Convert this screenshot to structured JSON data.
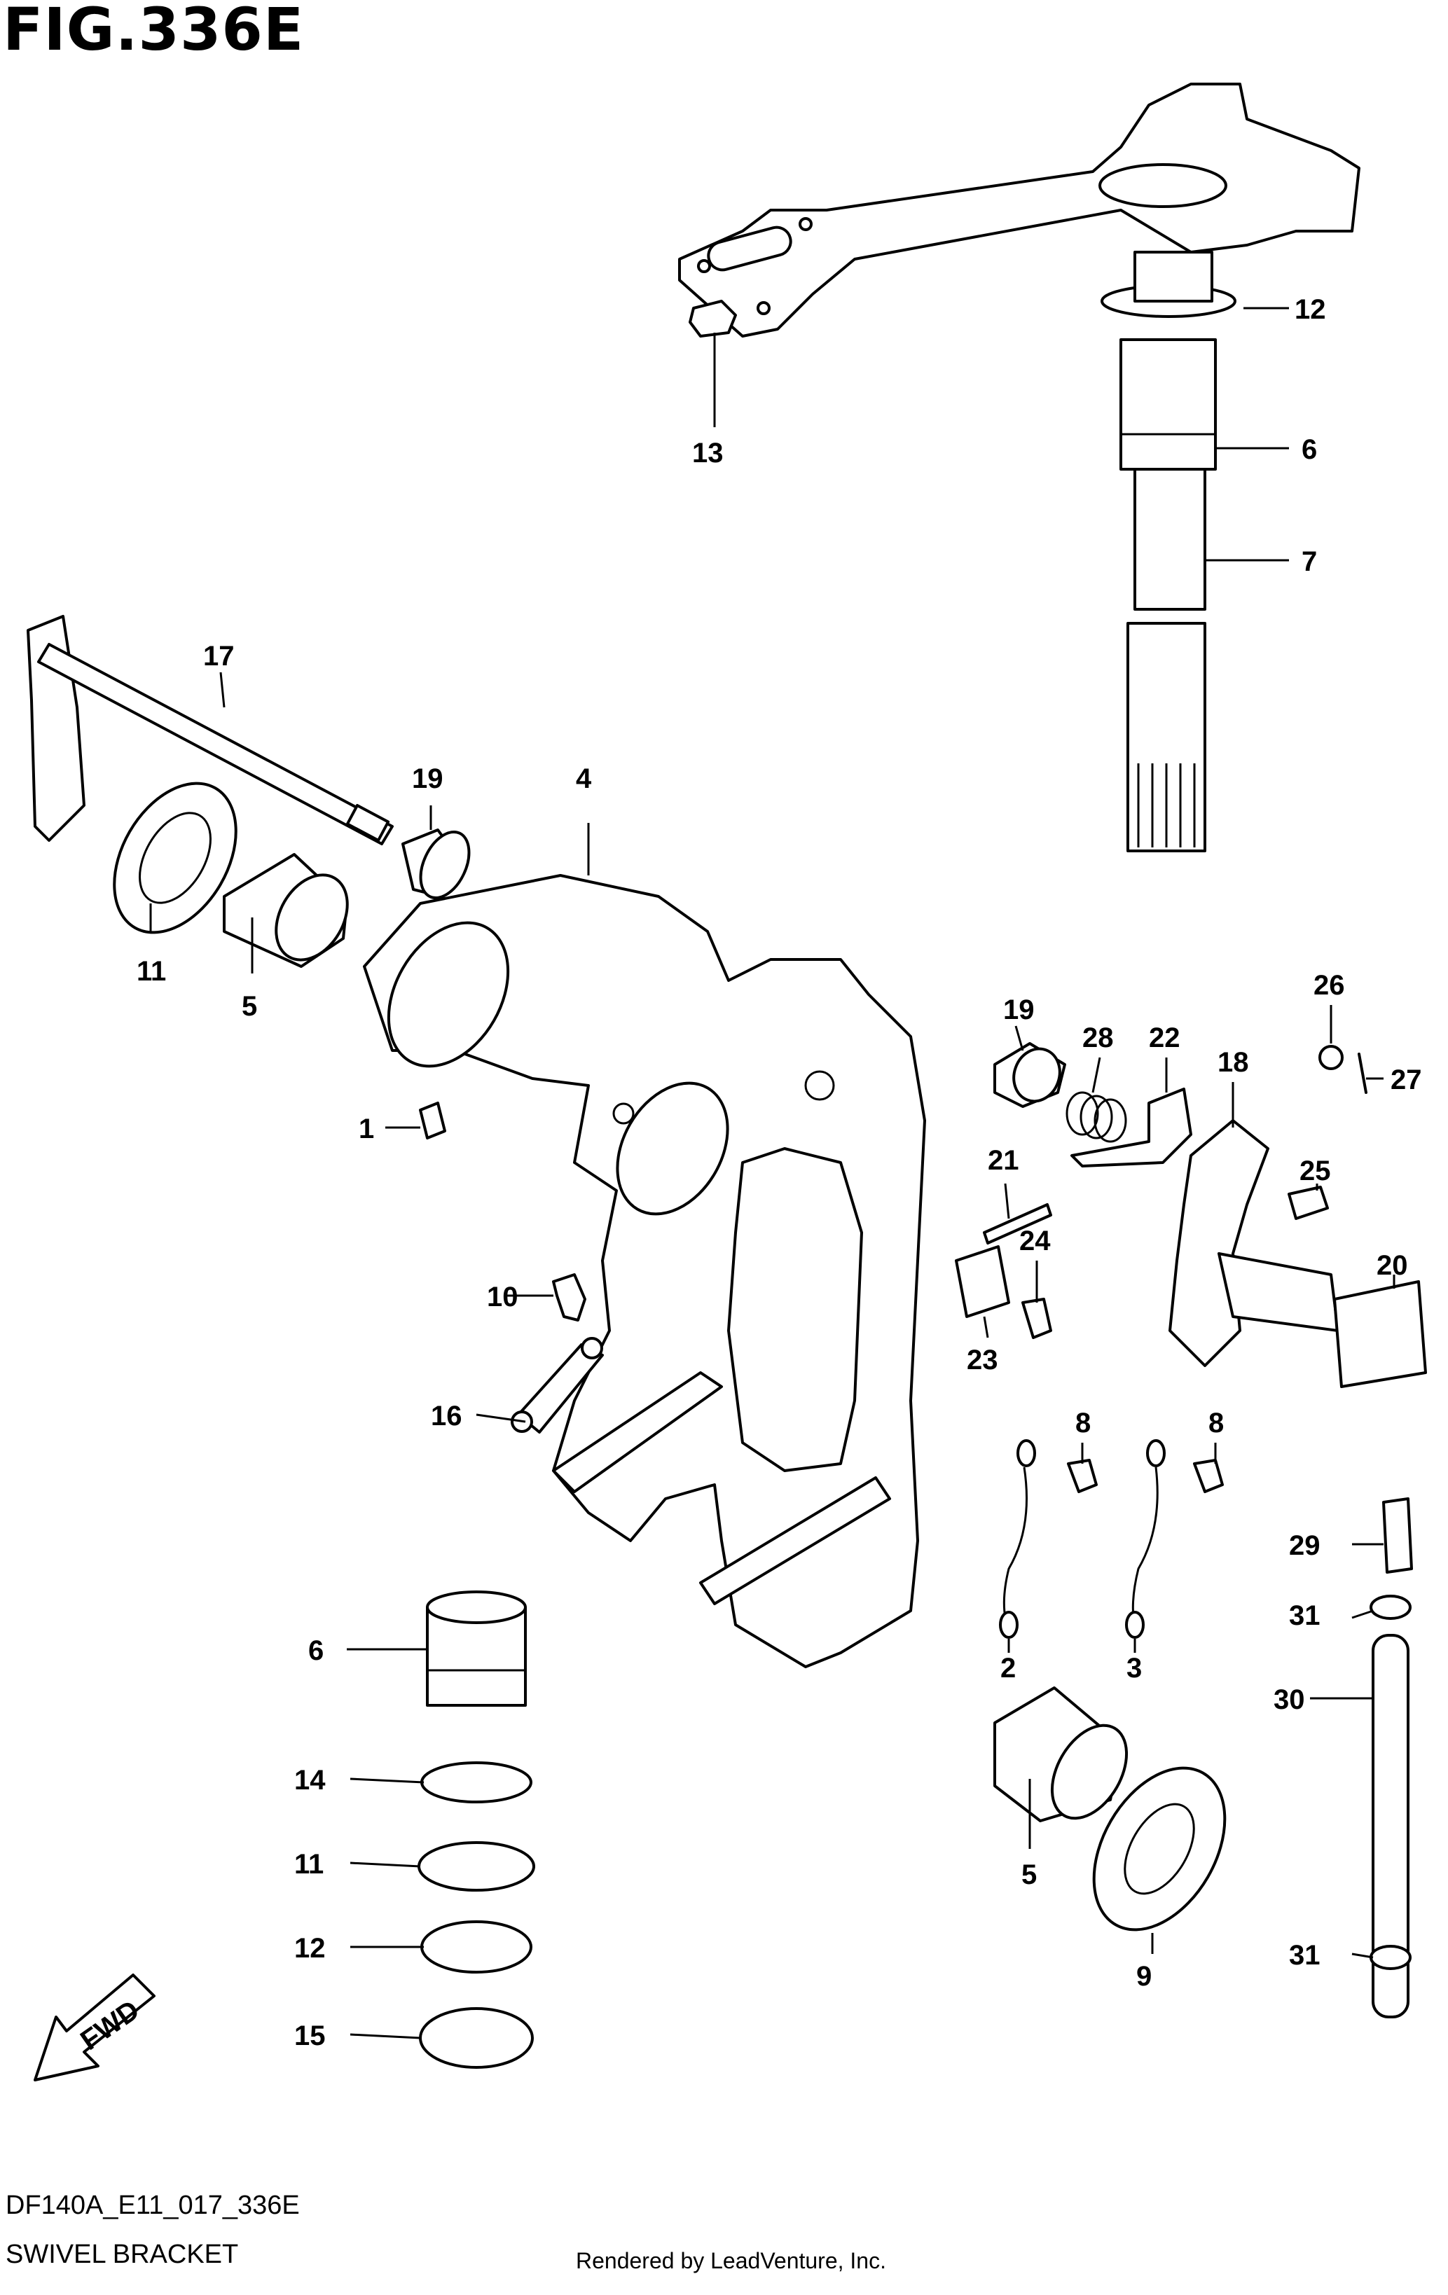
{
  "figure": {
    "title": "FIG.336E",
    "model_code": "DF140A_E11_017_336E",
    "name": "SWIVEL BRACKET",
    "credit": "Rendered by LeadVenture, Inc.",
    "fwd_label": "FWD"
  },
  "callouts": [
    "1",
    "2",
    "3",
    "4",
    "5",
    "5",
    "6",
    "6",
    "7",
    "8",
    "8",
    "9",
    "10",
    "11",
    "11",
    "12",
    "12",
    "13",
    "14",
    "15",
    "16",
    "17",
    "18",
    "19",
    "19",
    "20",
    "21",
    "22",
    "23",
    "24",
    "25",
    "26",
    "27",
    "28",
    "29",
    "30",
    "31",
    "31"
  ]
}
